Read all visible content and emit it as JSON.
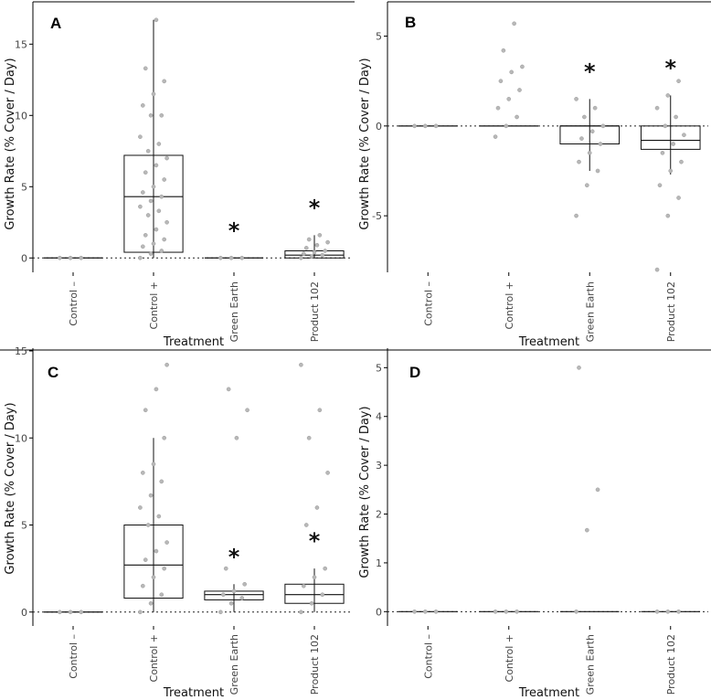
{
  "chart_data": [
    {
      "panel": "A",
      "type": "box",
      "xlabel": "Treatment",
      "ylabel": "Growth Rate (% Cover / Day)",
      "categories": [
        "Control –",
        "Control +",
        "Green Earth",
        "Product 102"
      ],
      "ylim": [
        -1.2,
        17.2
      ],
      "yticks": [
        0,
        5,
        10,
        15
      ],
      "reference_line_y": 0,
      "boxes": [
        {
          "q1": 0,
          "median": 0,
          "q3": 0,
          "whisker_low": 0,
          "whisker_high": 0
        },
        {
          "q1": 0.4,
          "median": 4.3,
          "q3": 7.2,
          "whisker_low": 0,
          "whisker_high": 16.7
        },
        {
          "q1": 0,
          "median": 0,
          "q3": 0,
          "whisker_low": 0,
          "whisker_high": 0
        },
        {
          "q1": 0,
          "median": 0.2,
          "q3": 0.5,
          "whisker_low": 0,
          "whisker_high": 1.6
        }
      ],
      "points": [
        [
          0,
          0,
          0
        ],
        [
          0,
          0.3,
          0.5,
          0.8,
          1,
          1.3,
          1.6,
          2,
          2.5,
          3,
          3.3,
          3.6,
          4,
          4.3,
          4.6,
          5,
          5.5,
          6,
          6.5,
          7,
          7.5,
          8,
          8.5,
          10,
          10,
          10.7,
          11.5,
          12.4,
          13.3,
          16.7
        ],
        [
          0,
          0,
          0
        ],
        [
          0,
          0.1,
          0.2,
          0.3,
          0.4,
          0.5,
          0.7,
          0.9,
          1.1,
          1.3,
          1.6
        ]
      ],
      "significant": [
        false,
        false,
        true,
        true
      ],
      "significance_label": "*"
    },
    {
      "panel": "B",
      "type": "box",
      "xlabel": "Treatment",
      "ylabel": "Growth Rate (% Cover / Day)",
      "categories": [
        "Control –",
        "Control +",
        "Green Earth",
        "Product 102"
      ],
      "ylim": [
        -8.3,
        6.3
      ],
      "yticks": [
        -5,
        0,
        5
      ],
      "reference_line_y": 0,
      "boxes": [
        {
          "q1": 0,
          "median": 0,
          "q3": 0,
          "whisker_low": 0,
          "whisker_high": 0
        },
        {
          "q1": 0,
          "median": 0,
          "q3": 0,
          "whisker_low": 0,
          "whisker_high": 0
        },
        {
          "q1": -1,
          "median": 0,
          "q3": 0,
          "whisker_low": -2.5,
          "whisker_high": 1.5
        },
        {
          "q1": -1.3,
          "median": -0.8,
          "q3": 0,
          "whisker_low": -2.7,
          "whisker_high": 1.7
        }
      ],
      "points": [
        [
          0,
          0,
          0
        ],
        [
          -0.6,
          0,
          0.5,
          1,
          1.5,
          2,
          2.5,
          3,
          3.3,
          4.2,
          5.7
        ],
        [
          -5,
          -3.3,
          -2.5,
          -2,
          -1.5,
          -1,
          -0.7,
          -0.3,
          0,
          0.5,
          1,
          1.5
        ],
        [
          -8,
          -5,
          -4,
          -3.3,
          -2.5,
          -2,
          -1.5,
          -1,
          -0.5,
          0,
          0.5,
          1,
          1.7,
          2.5
        ]
      ],
      "significant": [
        false,
        false,
        true,
        true
      ],
      "significance_label": "*"
    },
    {
      "panel": "C",
      "type": "box",
      "xlabel": "Treatment",
      "ylabel": "Growth Rate (% Cover / Day)",
      "categories": [
        "Control –",
        "Control +",
        "Green Earth",
        "Product 102"
      ],
      "ylim": [
        -0.8,
        15
      ],
      "yticks": [
        0,
        5,
        10,
        15
      ],
      "reference_line_y": 0,
      "boxes": [
        {
          "q1": 0,
          "median": 0,
          "q3": 0,
          "whisker_low": 0,
          "whisker_high": 0
        },
        {
          "q1": 0.8,
          "median": 2.7,
          "q3": 5,
          "whisker_low": 0,
          "whisker_high": 10
        },
        {
          "q1": 0.7,
          "median": 1,
          "q3": 1.2,
          "whisker_low": 0,
          "whisker_high": 1.6
        },
        {
          "q1": 0.5,
          "median": 1,
          "q3": 1.6,
          "whisker_low": 0,
          "whisker_high": 2.5
        }
      ],
      "points": [
        [
          0,
          0,
          0
        ],
        [
          0,
          0.5,
          1,
          1.5,
          2,
          2.5,
          3,
          3.5,
          4,
          5,
          5.5,
          6,
          6.7,
          7.5,
          8,
          8.5,
          10,
          11.6,
          12.8,
          14.2
        ],
        [
          0,
          0.5,
          0.8,
          1,
          1.2,
          1.6,
          2.5,
          10,
          11.6,
          12.8
        ],
        [
          0,
          0.5,
          1,
          1.5,
          2,
          2.5,
          5,
          6,
          8,
          10,
          11.6,
          14.2
        ]
      ],
      "significant": [
        false,
        false,
        true,
        true
      ],
      "significance_label": "*"
    },
    {
      "panel": "D",
      "type": "box",
      "xlabel": "Treatment",
      "ylabel": "Growth Rate (% Cover / Day)",
      "categories": [
        "Control –",
        "Control +",
        "Green Earth",
        "Product 102"
      ],
      "ylim": [
        -0.2,
        5.1
      ],
      "yticks": [
        0,
        1,
        2,
        3,
        4,
        5
      ],
      "reference_line_y": 0,
      "boxes": [
        {
          "q1": 0,
          "median": 0,
          "q3": 0,
          "whisker_low": 0,
          "whisker_high": 0
        },
        {
          "q1": 0,
          "median": 0,
          "q3": 0,
          "whisker_low": 0,
          "whisker_high": 0
        },
        {
          "q1": 0,
          "median": 0,
          "q3": 0,
          "whisker_low": 0,
          "whisker_high": 0
        },
        {
          "q1": 0,
          "median": 0,
          "q3": 0,
          "whisker_low": 0,
          "whisker_high": 0
        }
      ],
      "points": [
        [
          0,
          0,
          0
        ],
        [
          0,
          0,
          0
        ],
        [
          0,
          1.67,
          2.5,
          5
        ],
        [
          0,
          0,
          0
        ]
      ],
      "significant": [
        false,
        false,
        false,
        false
      ],
      "significance_label": "*"
    }
  ]
}
